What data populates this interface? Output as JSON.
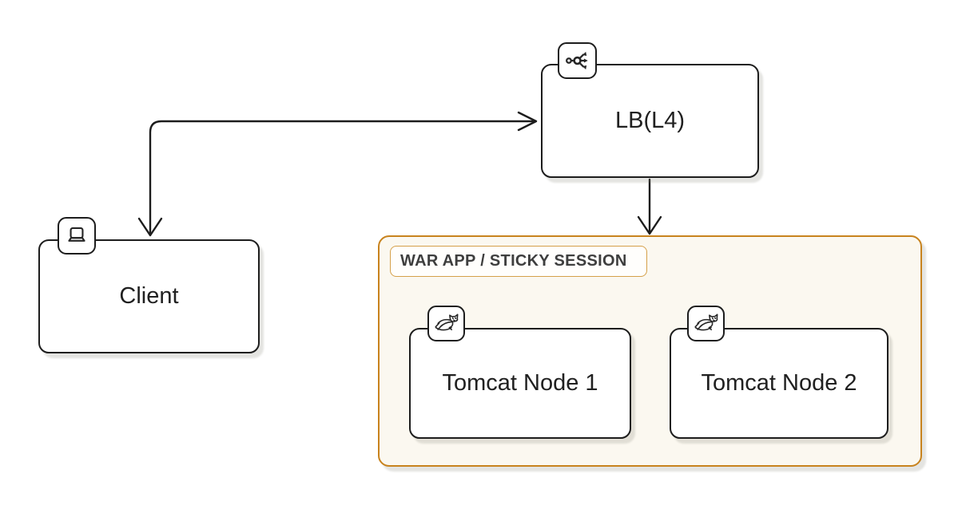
{
  "nodes": {
    "client": {
      "label": "Client",
      "icon": "laptop-icon"
    },
    "lb": {
      "label": "LB(L4)",
      "icon": "load-balancer-icon"
    },
    "tomcat1": {
      "label": "Tomcat Node 1",
      "icon": "tomcat-cat-icon"
    },
    "tomcat2": {
      "label": "Tomcat Node 2",
      "icon": "tomcat-cat-icon"
    }
  },
  "group": {
    "label": "WAR APP / STICKY SESSION",
    "contains": [
      "tomcat1",
      "tomcat2"
    ]
  },
  "edges": [
    {
      "from": "client",
      "to": "lb",
      "style": "elbow",
      "direction": "bidirectional"
    },
    {
      "from": "lb",
      "to": "group",
      "style": "straight",
      "direction": "down"
    }
  ],
  "colors": {
    "node_border": "#1d1d1d",
    "node_fill": "#ffffff",
    "group_border": "#c8831e",
    "group_fill": "#fbf8f0",
    "group_label_border": "#d5a04a",
    "group_label_text": "#3e3e3e",
    "node_text": "#202020",
    "connector": "#1c1c1c",
    "background": "#ffffff"
  }
}
